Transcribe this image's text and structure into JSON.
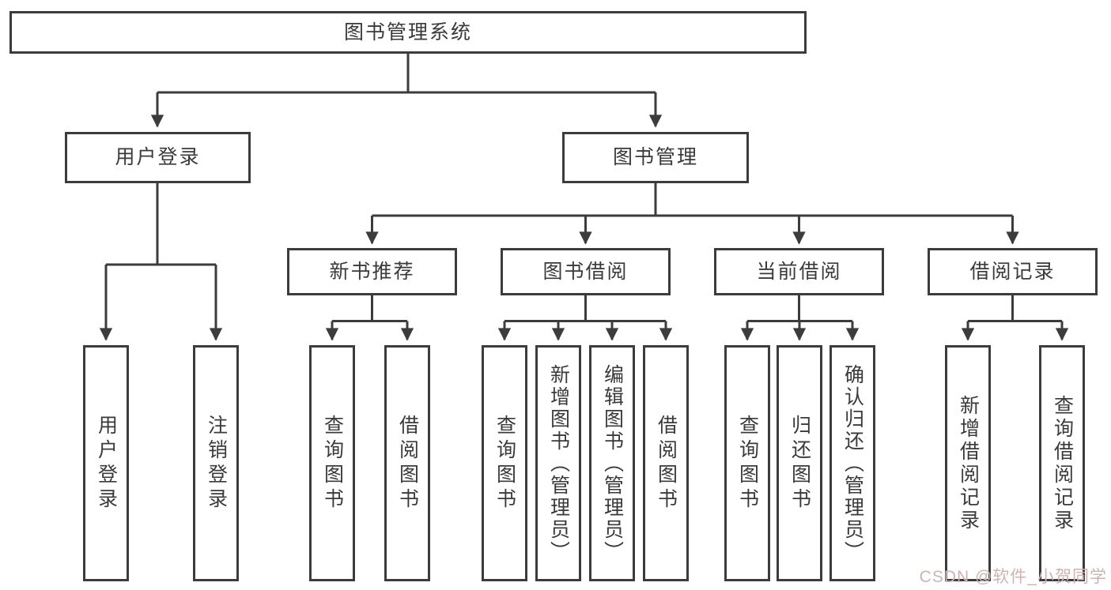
{
  "tree": {
    "label": "图书管理系统",
    "children": [
      {
        "label": "用户登录",
        "children": [
          {
            "label": "用户登录"
          },
          {
            "label": "注销登录"
          }
        ]
      },
      {
        "label": "图书管理",
        "children": [
          {
            "label": "新书推荐",
            "children": [
              {
                "label": "查询图书"
              },
              {
                "label": "借阅图书"
              }
            ]
          },
          {
            "label": "图书借阅",
            "children": [
              {
                "label": "查询图书"
              },
              {
                "label": "新增图书（管理员）"
              },
              {
                "label": "编辑图书（管理员）"
              },
              {
                "label": "借阅图书"
              }
            ]
          },
          {
            "label": "当前借阅",
            "children": [
              {
                "label": "查询图书"
              },
              {
                "label": "归还图书"
              },
              {
                "label": "确认归还（管理员）"
              }
            ]
          },
          {
            "label": "借阅记录",
            "children": [
              {
                "label": "新增借阅记录"
              },
              {
                "label": "查询借阅记录"
              }
            ]
          }
        ]
      }
    ]
  },
  "watermark": {
    "text": "CSDN @软件_小贺同学"
  },
  "colors": {
    "line": "#3c3c3c",
    "box_border": "#3c3c3c",
    "background": "#ffffff",
    "watermark": "#cfb3b3"
  }
}
